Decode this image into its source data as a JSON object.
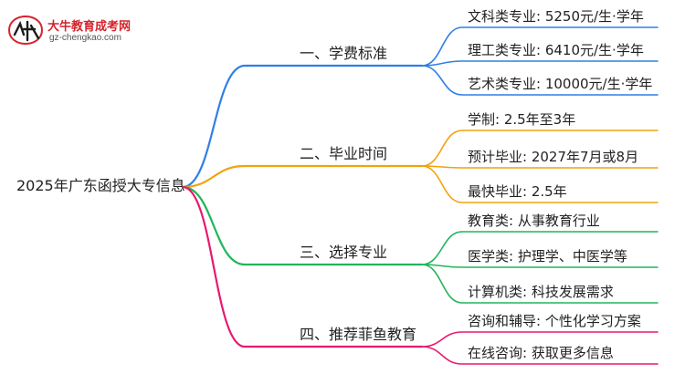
{
  "logo": {
    "title": "大牛教育成考网",
    "subtitle": "gz-chengkao.com",
    "badge_text": "大牛"
  },
  "root": "2025年广东函授大专信息",
  "branches": [
    {
      "label": "一、学费标准",
      "color": "#2f7fe6",
      "leaves": [
        "文科类专业: 5250元/生·学年",
        "理工类专业: 6410元/生·学年",
        "艺术类专业: 10000元/生·学年"
      ]
    },
    {
      "label": "二、毕业时间",
      "color": "#f2a20c",
      "leaves": [
        "学制: 2.5年至3年",
        "预计毕业: 2027年7月或8月",
        "最快毕业: 2.5年"
      ]
    },
    {
      "label": "三、选择专业",
      "color": "#22b55b",
      "leaves": [
        "教育类: 从事教育行业",
        "医学类: 护理学、中医学等",
        "计算机类: 科技发展需求"
      ]
    },
    {
      "label": "四、推荐菲鱼教育",
      "color": "#e8196e",
      "leaves": [
        "咨询和辅导: 个性化学习方案",
        "在线咨询: 获取更多信息"
      ]
    }
  ]
}
